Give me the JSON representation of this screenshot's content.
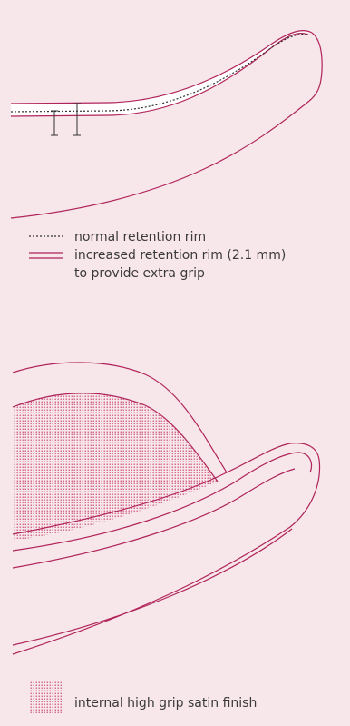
{
  "colors": {
    "background": "#f7e6ea",
    "outline": "#b0245a",
    "rim_fill": "#ffffff",
    "dot_pattern": "#c43a6a",
    "text": "#3a3a3a"
  },
  "figure_top": {
    "legend": {
      "normal_rim_label": "normal retention rim",
      "increased_rim_label": "increased retention rim (2.1 mm)",
      "increased_rim_note": "to provide extra grip"
    }
  },
  "figure_bottom": {
    "legend": {
      "satin_label": "internal high grip satin finish"
    }
  }
}
